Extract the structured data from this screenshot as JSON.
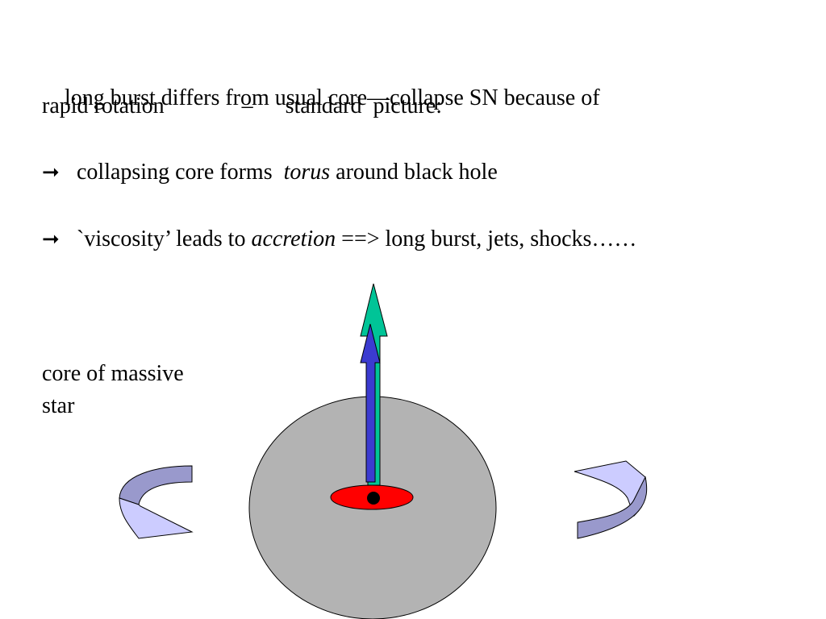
{
  "text": {
    "line1": "long burst differs from usual core—collapse SN because of",
    "line2_a": "rapid rotation",
    "line2_b": "–",
    "line2_c": "standard  picture:",
    "bullet_arrow": "➞",
    "line3_a": " collapsing core forms  ",
    "line3_em": "torus",
    "line3_b": " around black hole",
    "line4_a": " `viscosity’ leads to ",
    "line4_em": "accretion",
    "line4_b": " ==> long burst, jets, shocks……"
  },
  "core_label": {
    "line1": "core of massive",
    "line2": "star"
  },
  "colors": {
    "core": "#b3b3b3",
    "torus": "#ff0000",
    "black_hole": "#000000",
    "jet_outer": "#00c497",
    "jet_inner": "#3b3bd0",
    "rotation_arrow_light": "#ccccff",
    "rotation_arrow_dark": "#9999cc"
  }
}
